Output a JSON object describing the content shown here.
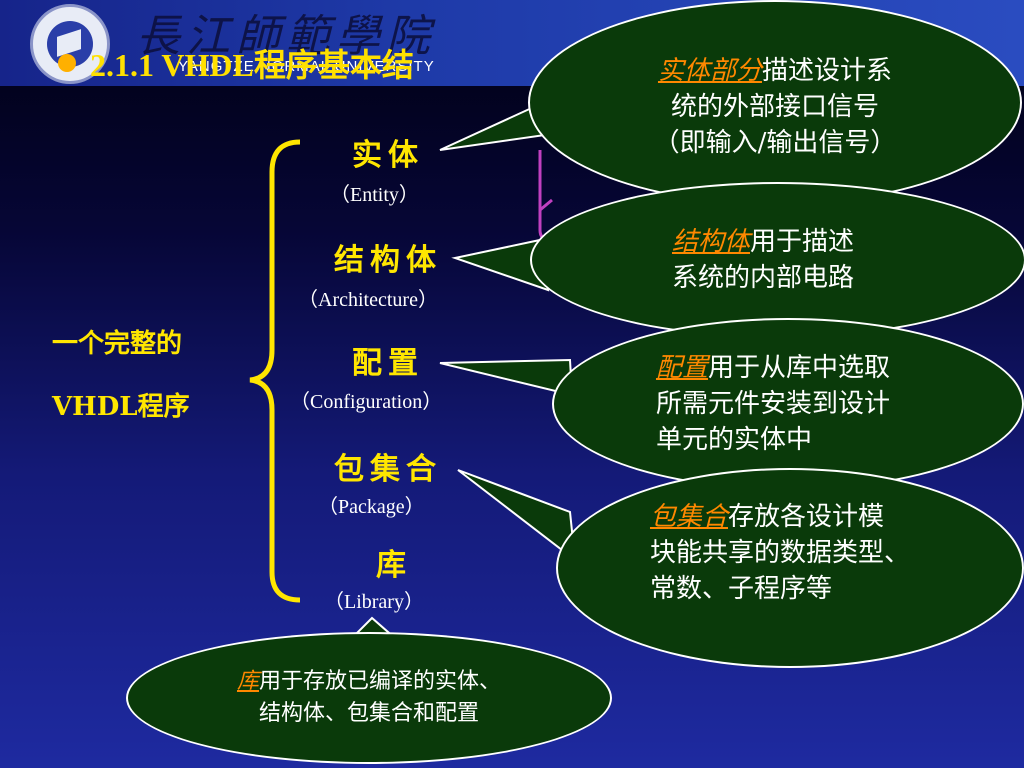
{
  "header": {
    "university_en": "YANGTZE NORMAL UNIVERSITY",
    "title": "2.1.1  VHDL程序基本结"
  },
  "diagram": {
    "left_label_line1": "一个完整的",
    "left_label_line2": "VHDL程序",
    "components": [
      {
        "cn": "实体",
        "en": "（Entity）"
      },
      {
        "cn": "结构体",
        "en": "（Architecture）"
      },
      {
        "cn": "配置",
        "en": "（Configuration）"
      },
      {
        "cn": "包集合",
        "en": "（Package）"
      },
      {
        "cn": "库",
        "en": "（Library）"
      }
    ],
    "callouts": [
      {
        "highlight": "实体部分",
        "line1": "描述设计系",
        "line2": "统的外部接口信号",
        "line3": "（即输入/输出信号）"
      },
      {
        "highlight": "结构体",
        "line1": "用于描述",
        "line2": "系统的内部电路"
      },
      {
        "highlight": "配置",
        "line1": "用于从库中选取",
        "line2": "所需元件安装到设计",
        "line3": "单元的实体中"
      },
      {
        "highlight": "包集合",
        "line1": "存放各设计模",
        "line2": "块能共享的数据类型、",
        "line3": "常数、子程序等"
      },
      {
        "highlight": "库",
        "line1": "用于存放已编译的实体、",
        "line2": "结构体、包集合和配置"
      }
    ]
  }
}
